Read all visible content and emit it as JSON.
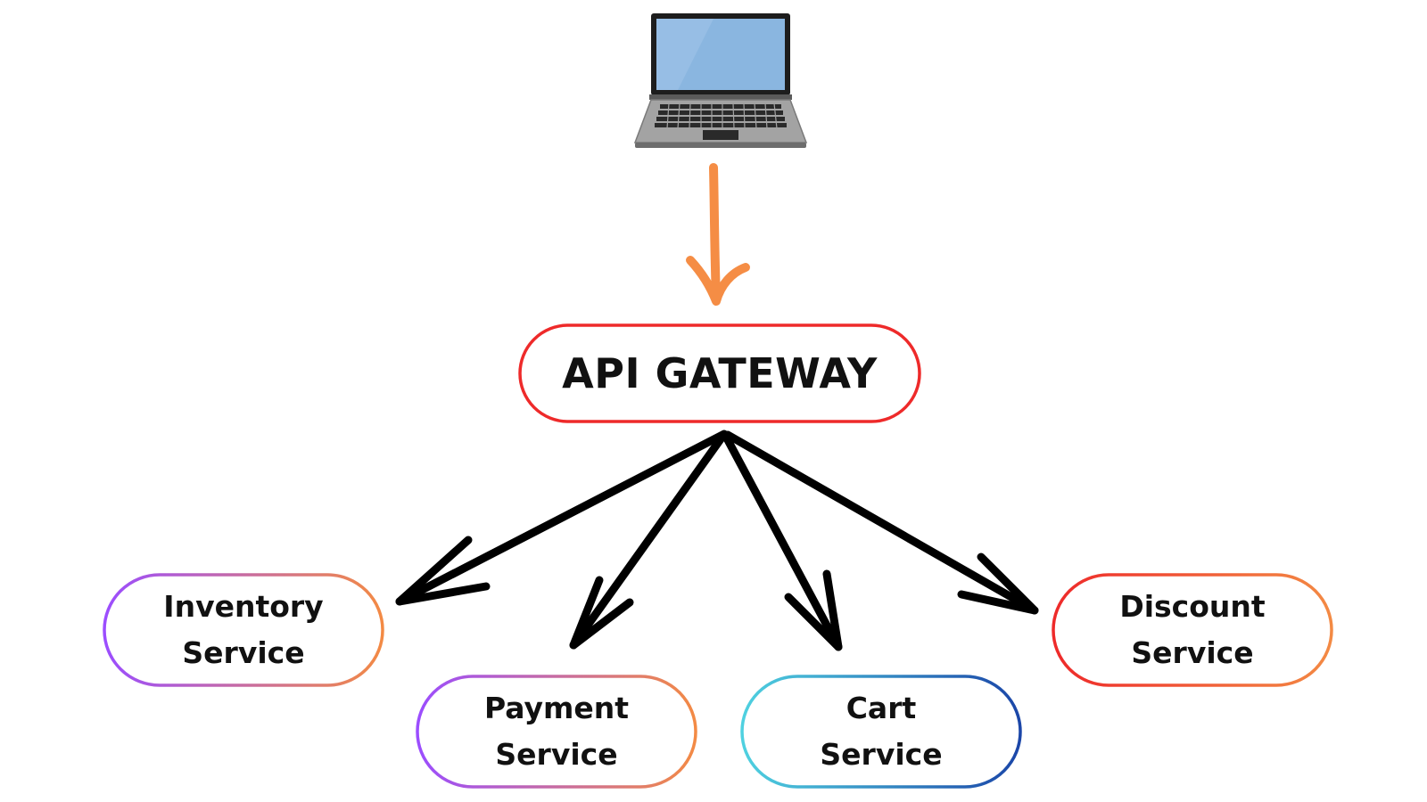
{
  "gateway": {
    "label": "API GATEWAY",
    "border_color": "#ee2a2a"
  },
  "services": [
    {
      "key": "inventory",
      "line1": "Inventory",
      "line2": "Service",
      "gradient": [
        "#9b4dff",
        "#f38a44"
      ]
    },
    {
      "key": "payment",
      "line1": "Payment",
      "line2": "Service",
      "gradient": [
        "#9b4dff",
        "#f38a44"
      ]
    },
    {
      "key": "cart",
      "line1": "Cart",
      "line2": "Service",
      "gradient": [
        "#4fd1e0",
        "#1b46a8"
      ]
    },
    {
      "key": "discount",
      "line1": "Discount",
      "line2": "Service",
      "gradient": [
        "#ee2a2a",
        "#f38a44"
      ]
    }
  ],
  "client": {
    "icon": "laptop-icon"
  },
  "colors": {
    "client_arrow": "#f58d45",
    "service_arrows": "#000000",
    "text": "#111111"
  }
}
